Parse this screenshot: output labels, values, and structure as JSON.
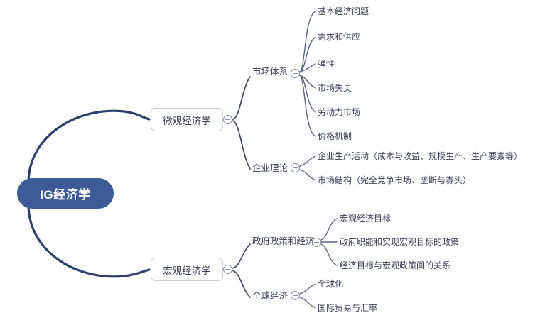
{
  "mindmap": {
    "root": {
      "label": "IG经济学",
      "fill_color": "#3d5a96",
      "text_color": "#ffffff"
    },
    "branches": [
      {
        "label": "微观经济学",
        "toggle": "collapse-minus-icon",
        "children": [
          {
            "label": "市场体系",
            "toggle": "collapse-minus-icon",
            "children": [
              {
                "label": "基本经济问题"
              },
              {
                "label": "需求和供应"
              },
              {
                "label": "弹性"
              },
              {
                "label": "市场失灵"
              },
              {
                "label": "劳动力市场"
              },
              {
                "label": "价格机制"
              }
            ]
          },
          {
            "label": "企业理论",
            "toggle": "collapse-minus-icon",
            "children": [
              {
                "label": "企业生产活动（成本与收益、规模生产、生产要素等）"
              },
              {
                "label": "市场结构（完全竞争市场、垄断与寡头）"
              }
            ]
          }
        ]
      },
      {
        "label": "宏观经济学",
        "toggle": "collapse-minus-icon",
        "children": [
          {
            "label": "政府政策和经济",
            "toggle": "collapse-minus-icon",
            "children": [
              {
                "label": "宏观经济目标"
              },
              {
                "label": "政府职能和实现宏观目标的政策"
              },
              {
                "label": "经济目标与宏观政策间的关系"
              }
            ]
          },
          {
            "label": "全球经济",
            "toggle": "collapse-minus-icon",
            "children": [
              {
                "label": "全球化"
              },
              {
                "label": "国际贸易与汇率"
              }
            ]
          }
        ]
      }
    ],
    "colors": {
      "root_edge": "#2f3f6b",
      "branch_edge": "#414a63",
      "leaf_edge": "#5b6480",
      "node_border": "#c9cdd6",
      "node_text": "#3a3f52",
      "background": "#ffffff"
    }
  }
}
